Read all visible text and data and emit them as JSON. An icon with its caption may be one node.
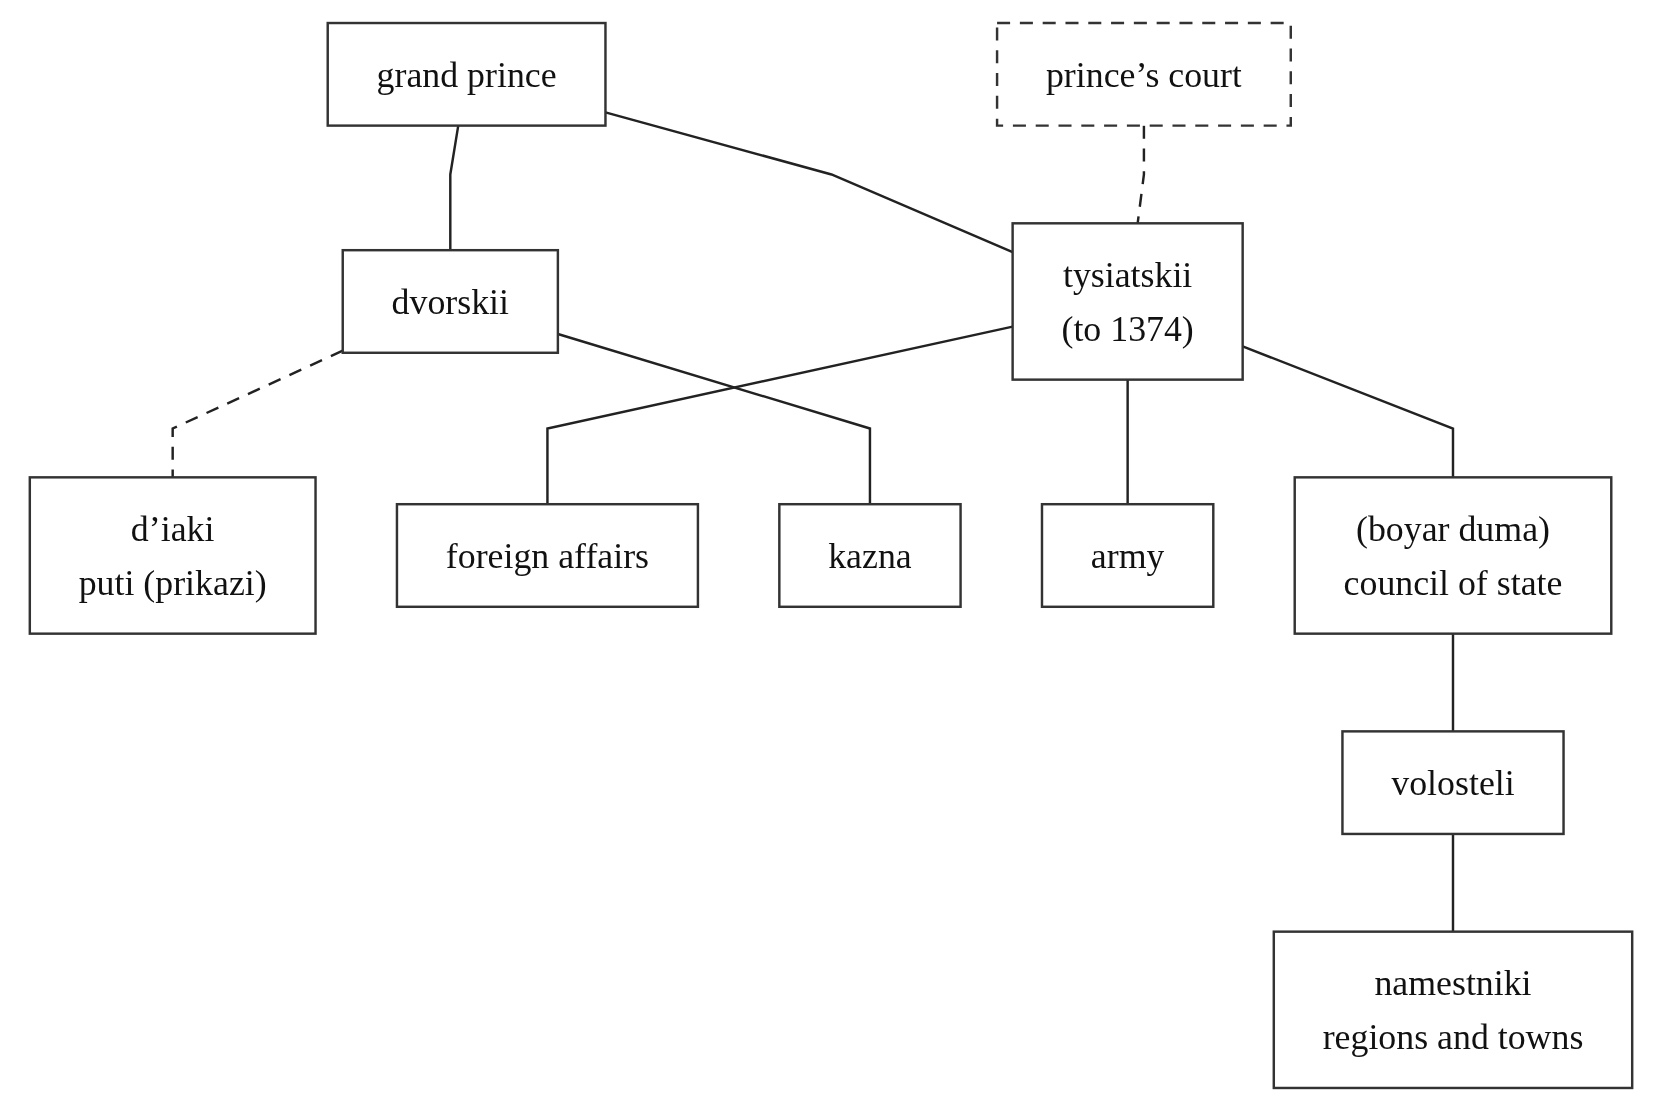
{
  "diagram": {
    "nodes": [
      {
        "text": [
          "grand prince"
        ]
      },
      {
        "text": [
          "prince’s court"
        ]
      },
      {
        "text": [
          "tysiatskii",
          "(to 1374)"
        ]
      },
      {
        "text": [
          "dvorskii"
        ]
      },
      {
        "text": [
          "d’iaki",
          "puti (prikazi)"
        ]
      },
      {
        "text": [
          "foreign affairs"
        ]
      },
      {
        "text": [
          "kazna"
        ]
      },
      {
        "text": [
          "army"
        ]
      },
      {
        "text": [
          "(boyar duma)",
          "council of state"
        ]
      },
      {
        "text": [
          "volosteli"
        ]
      },
      {
        "text": [
          "namestniki",
          "regions and towns"
        ]
      }
    ],
    "edges": [
      {
        "from": 0,
        "to": 2,
        "arrow": "none"
      },
      {
        "from": 0,
        "to": 3,
        "arrow": "none"
      },
      {
        "from": 1,
        "to": 2,
        "arrow": "none",
        "style": "dashed"
      },
      {
        "from": 3,
        "to": 4,
        "arrow": "none",
        "style": "dashed"
      },
      {
        "from": 2,
        "to": 5,
        "arrow": "none"
      },
      {
        "from": 3,
        "to": 6,
        "arrow": "none"
      },
      {
        "from": 2,
        "to": 8,
        "arrow": "none"
      },
      {
        "from": 2,
        "to": 7,
        "arrow": "none"
      },
      {
        "from": 8,
        "to": 9,
        "arrow": "none"
      },
      {
        "from": 9,
        "to": 10,
        "arrow": "none"
      }
    ]
  }
}
